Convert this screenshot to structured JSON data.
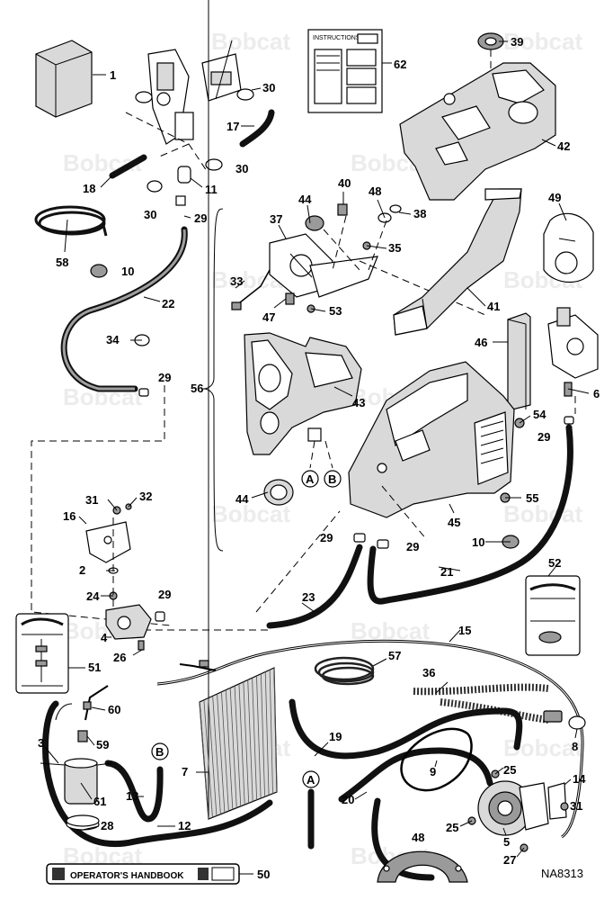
{
  "watermark": "Bobcat",
  "figure_code": "NA8313",
  "instructions_label": "INSTRUCTIONS",
  "handbook_label": "OPERATOR'S HANDBOOK",
  "connector_labels": {
    "a": "A",
    "b": "B"
  },
  "callouts": [
    "1",
    "2",
    "3",
    "4",
    "5",
    "6",
    "7",
    "8",
    "9",
    "10",
    "11",
    "12",
    "13",
    "14",
    "15",
    "16",
    "17",
    "18",
    "19",
    "20",
    "21",
    "22",
    "23",
    "24",
    "25",
    "26",
    "27",
    "28",
    "29",
    "30",
    "31",
    "32",
    "33",
    "34",
    "35",
    "36",
    "37",
    "38",
    "39",
    "40",
    "41",
    "42",
    "43",
    "44",
    "45",
    "46",
    "47",
    "48",
    "49",
    "50",
    "51",
    "52",
    "53",
    "54",
    "55",
    "56",
    "57",
    "58",
    "59",
    "60",
    "61",
    "62"
  ]
}
